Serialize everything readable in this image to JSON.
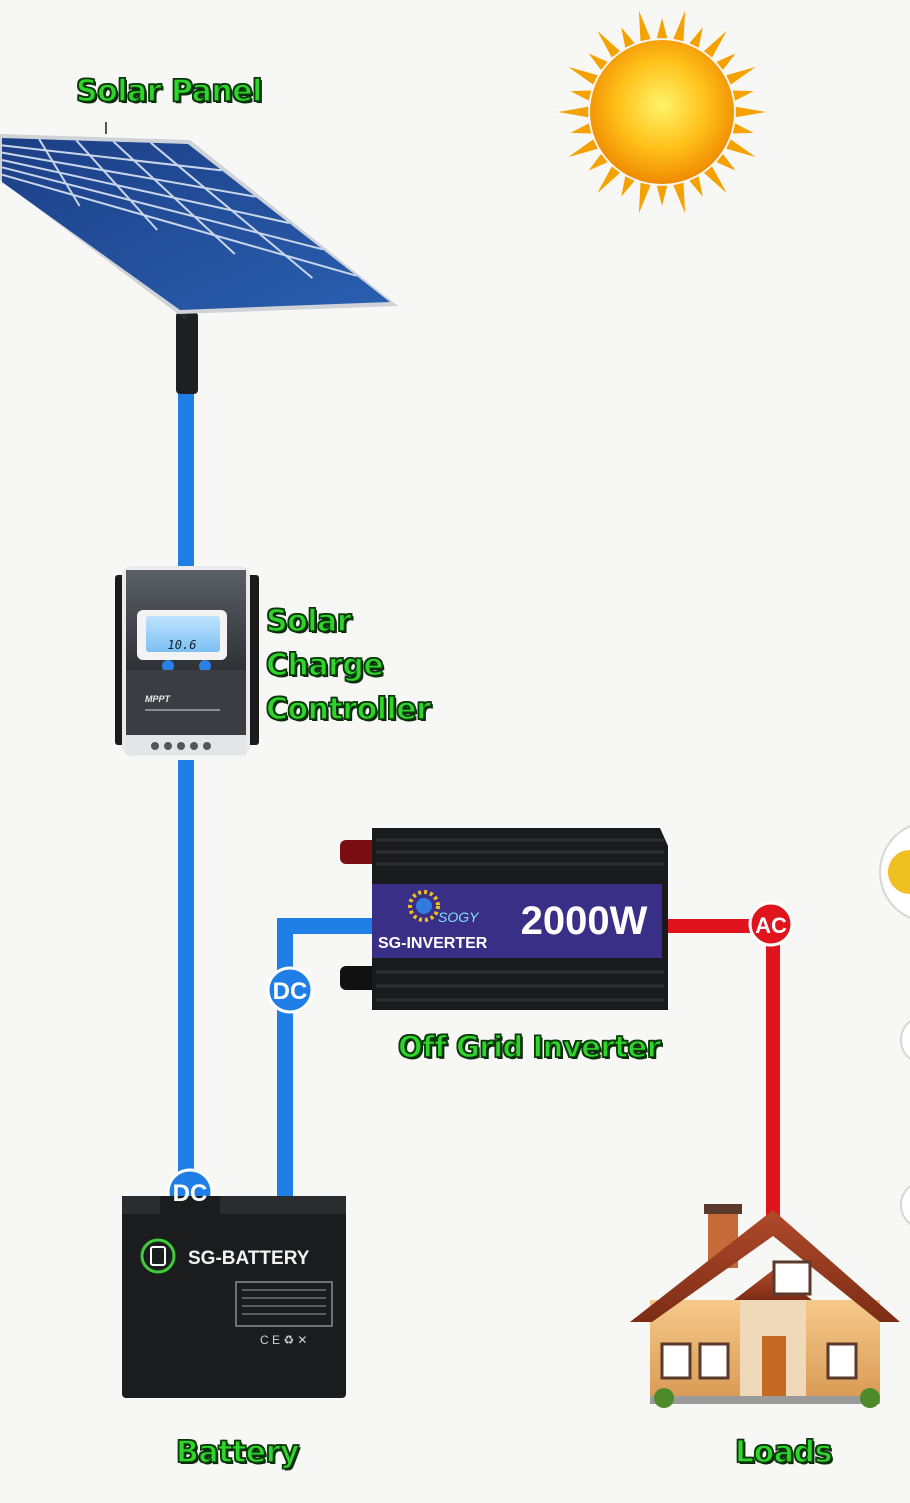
{
  "labels": {
    "solar_panel": "Solar Panel",
    "charge_controller": [
      "Solar",
      "Charge",
      "Controller"
    ],
    "inverter": "Off Grid Inverter",
    "battery": "Battery",
    "loads": "Loads"
  },
  "connectors": {
    "dc_inverter": "DC",
    "dc_battery": "DC",
    "ac_loads": "AC"
  },
  "devices": {
    "controller_display": "10.6",
    "controller_brand": "MPPT",
    "inverter_brand": "SOGY",
    "inverter_model": "SG-INVERTER",
    "inverter_power": "2000W",
    "battery_name": "SG-BATTERY"
  },
  "colors": {
    "dc_wire": "#1f7fe6",
    "ac_wire": "#e0141c",
    "label_green": "#2fd52b",
    "inverter_band": "#3a2f86"
  }
}
